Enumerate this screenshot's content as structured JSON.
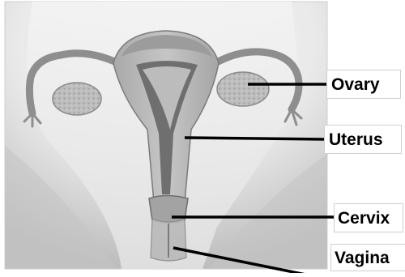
{
  "labels": [
    {
      "id": "ovary",
      "text": "Ovary"
    },
    {
      "id": "uterus",
      "text": "Uterus"
    },
    {
      "id": "cervix",
      "text": "Cervix"
    },
    {
      "id": "vagina",
      "text": "Vagina"
    }
  ],
  "colors": {
    "background_light": "#f7f7f7",
    "background_dark": "#bfbfbf",
    "tissue": "#b4b4b4",
    "tissue_dark": "#7a7a7a",
    "leader_line": "#000000",
    "label_text": "#000000"
  }
}
